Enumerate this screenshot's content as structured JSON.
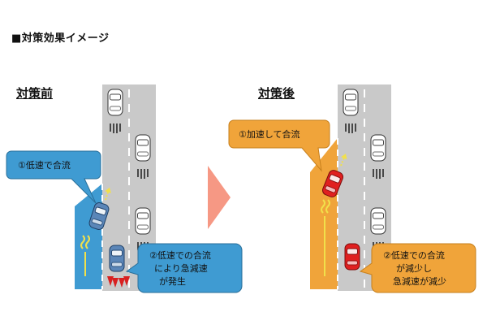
{
  "header": "■対策効果イメージ",
  "before": {
    "title": "対策前",
    "callout1": "①低速で合流",
    "callout2_lines": [
      "②低速での合流",
      "により急減速",
      "が発生"
    ]
  },
  "after": {
    "title": "対策後",
    "callout1": "①加速して合流",
    "callout2_lines": [
      "②低速での合流",
      "が減少し",
      "急減速が減少"
    ]
  },
  "colors": {
    "road": "#c9c9c9",
    "before_accent": "#3f9bd2",
    "after_accent": "#f0a43a",
    "car_merging_before": "#5b86b8",
    "car_merging_after": "#e02020",
    "arrow": "#f5866e"
  }
}
